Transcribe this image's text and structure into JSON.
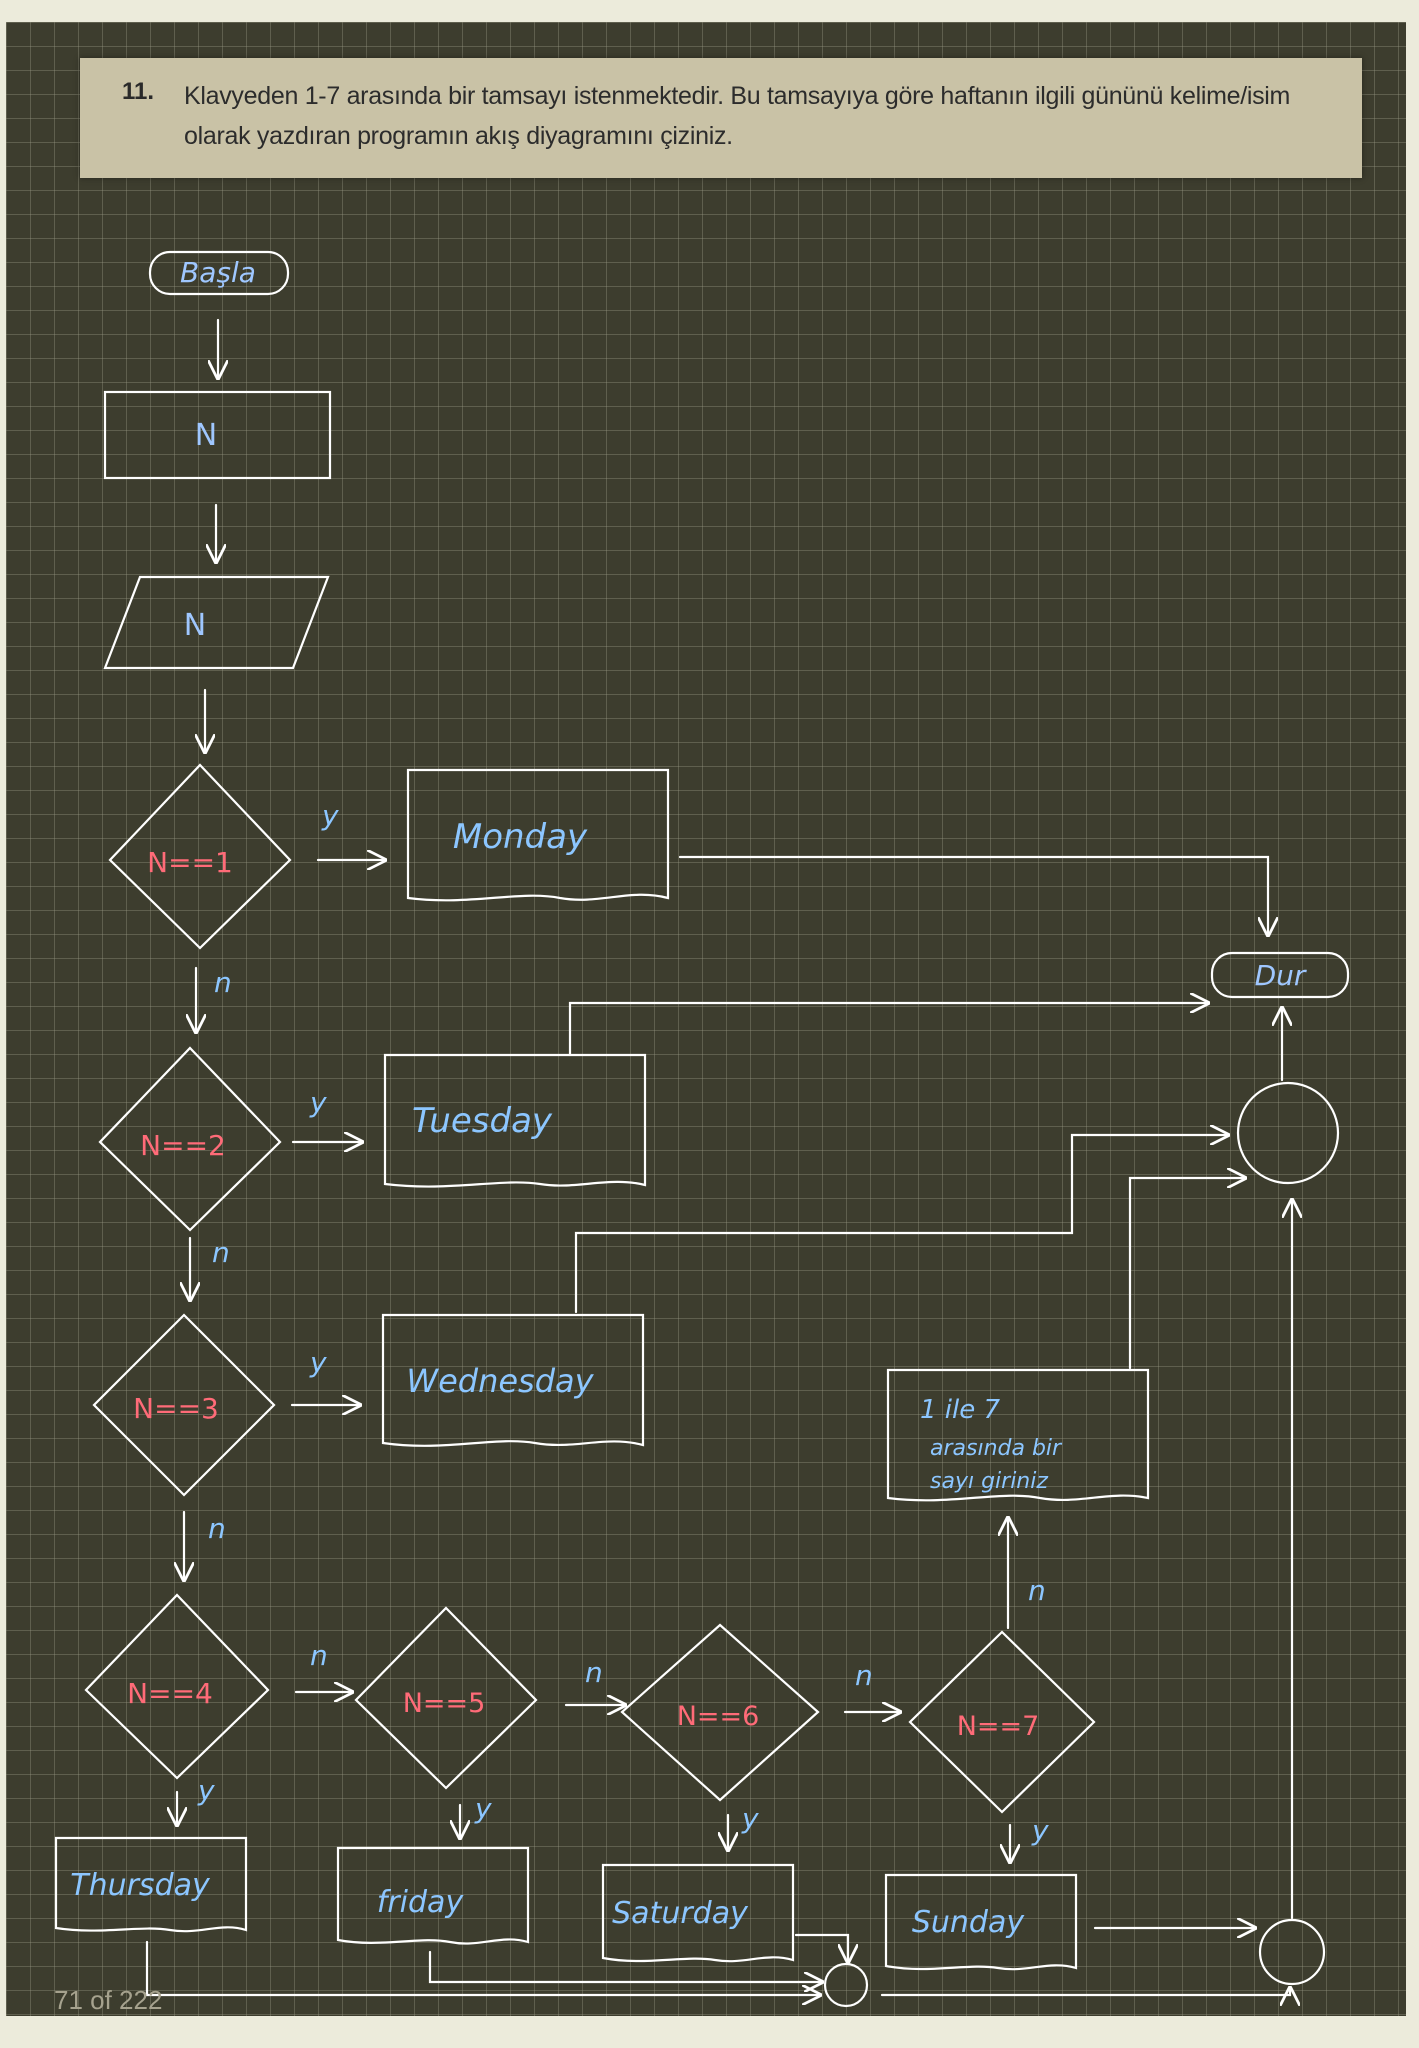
{
  "question": {
    "number": "11.",
    "text": "Klavyeden 1-7 arasında bir tamsayı istenmektedir. Bu tamsayıya göre haftanın ilgili gününü kelime/isim olarak yazdıran programın akış diyagramını çiziniz."
  },
  "flowchart": {
    "start": "Başla",
    "declare": "N",
    "input": "N",
    "end": "Dur",
    "decisions": [
      "N==1",
      "N==2",
      "N==3",
      "N==4",
      "N==5",
      "N==6",
      "N==7"
    ],
    "outputs": [
      "Monday",
      "Tuesday",
      "Wednesday",
      "Thursday",
      "friday",
      "Saturday",
      "Sunday"
    ],
    "error_message": [
      "1 ile 7",
      "arasında bir",
      "sayı giriniz"
    ],
    "yes_label": "y",
    "no_label": "n"
  },
  "page_indicator": "71 of 222",
  "colors": {
    "board": "#3d3d2e",
    "line": "#ffffff",
    "decision_text": "#ff6b78",
    "output_text": "#8cc6ff",
    "start_text": "#9fc7ff"
  }
}
